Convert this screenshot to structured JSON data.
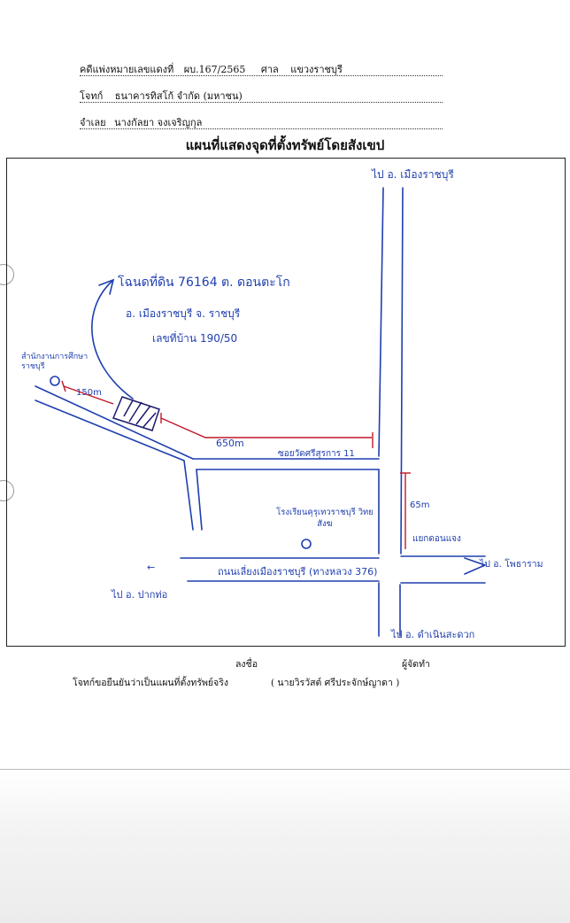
{
  "header": {
    "case_label": "คดีแพ่งหมายเลขแดงที่",
    "case_number": "ผบ.167/2565",
    "court_label": "ศาล",
    "court_name": "แขวงราชบุรี",
    "plaintiff_label": "โจทก์",
    "plaintiff_name": "ธนาคารทิสโก้ จำกัด (มหาชน)",
    "defendant_label": "จำเลย",
    "defendant_name": "นางกัลยา จงเจริญกุล"
  },
  "title": "แผนที่แสดงจุดที่ตั้งทรัพย์โดยสังเขป",
  "map": {
    "to_mueang_ratchaburi": "ไป อ. เมืองราชบุรี",
    "deed_line": "โฉนดที่ดิน 76164 ต. ดอนตะโก",
    "district_line": "อ. เมืองราชบุรี จ. ราชบุรี",
    "house_line": "เลขที่บ้าน 190/50",
    "office_label": "สำนักงานการศึกษา ราชบุรี",
    "dist_150": "150m",
    "dist_650": "650m",
    "soi_label": "ซอยวัดศรีสุรการ 11",
    "dist_65": "65m",
    "school_label": "โรงเรียนคุรุเทวราชบุรี วิทยสังฆ",
    "junction_label": "แยกดอนแจง",
    "road_label": "ถนนเลี่ยงเมืองราชบุรี (ทางหลวง 376)",
    "to_photharam": "ไป อ. โพธาราม",
    "to_pak_tho": "ไป อ. ปากท่อ",
    "to_damnoen": "ไป อ. ดำเนินสะดวก",
    "arrow_left_mark": "←"
  },
  "footer": {
    "signed_label": "ลงชื่อ",
    "maker_label": "ผู้จัดทำ",
    "certify_text": "โจทก์ขอยืนยันว่าเป็นแผนที่ตั้งทรัพย์จริง",
    "signer_name": "( นายวิรวัสต์ ศรีประจักษ์ญาดา )"
  },
  "colors": {
    "ink": "#1f3fae",
    "red": "#c0182a",
    "frame": "#222222"
  }
}
